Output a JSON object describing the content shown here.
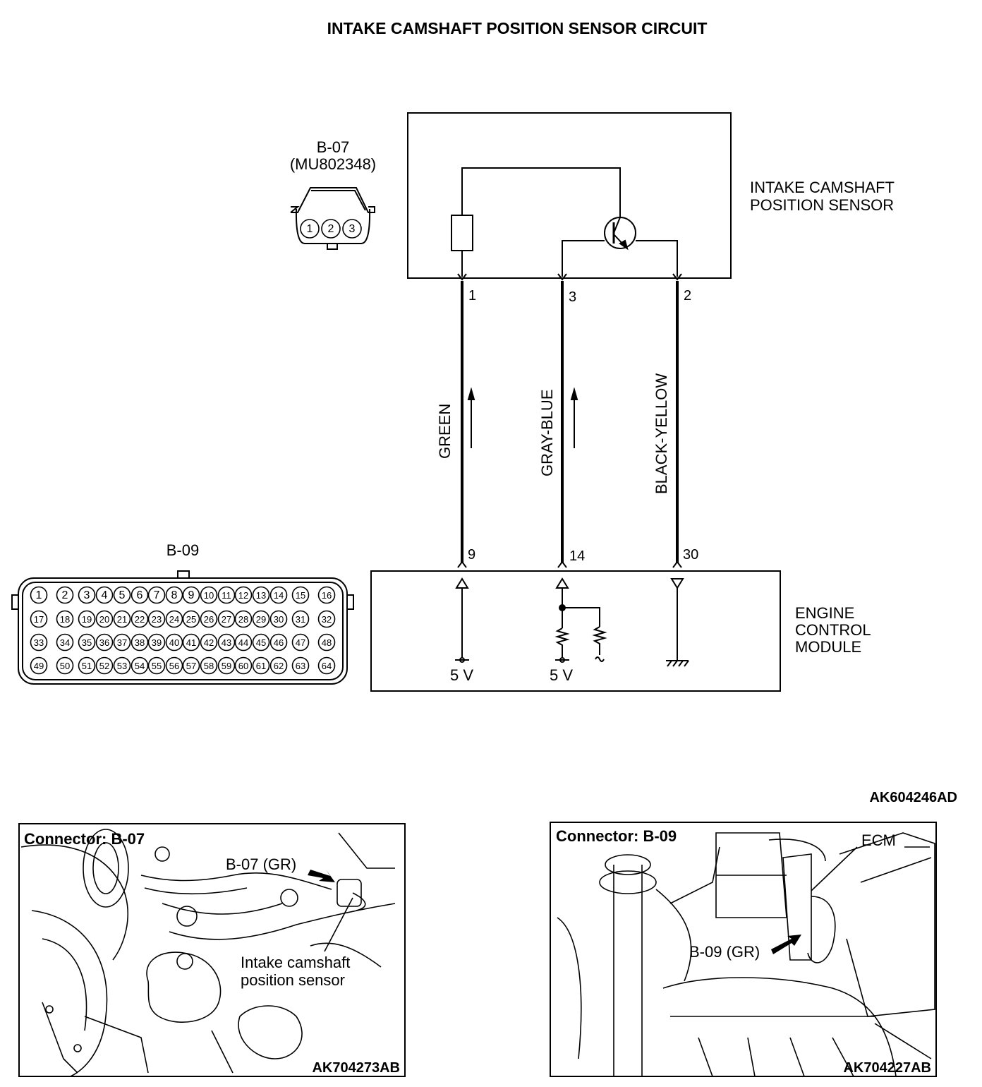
{
  "title": "INTAKE CAMSHAFT POSITION SENSOR CIRCUIT",
  "figure_id": "AK604246AD",
  "sensor": {
    "name_line1": "INTAKE CAMSHAFT",
    "name_line2": "POSITION SENSOR",
    "connector_id": "B-07",
    "connector_part": "(MU802348)",
    "pins": [
      "1",
      "2",
      "3"
    ]
  },
  "wires": [
    {
      "sensor_pin": "1",
      "color": "GREEN",
      "ecm_pin": "9"
    },
    {
      "sensor_pin": "3",
      "color": "GRAY-BLUE",
      "ecm_pin": "14"
    },
    {
      "sensor_pin": "2",
      "color": "BLACK-YELLOW",
      "ecm_pin": "30"
    }
  ],
  "ecm": {
    "name_line1": "ENGINE",
    "name_line2": "CONTROL",
    "name_line3": "MODULE",
    "supply_1": "5 V",
    "supply_2": "5 V",
    "connector_id": "B-09",
    "connector_pins": [
      [
        "1",
        "2",
        "3",
        "4",
        "5",
        "6",
        "7",
        "8",
        "9",
        "10",
        "11",
        "12",
        "13",
        "14",
        "15",
        "16"
      ],
      [
        "17",
        "18",
        "19",
        "20",
        "21",
        "22",
        "23",
        "24",
        "25",
        "26",
        "27",
        "28",
        "29",
        "30",
        "31",
        "32"
      ],
      [
        "33",
        "34",
        "35",
        "36",
        "37",
        "38",
        "39",
        "40",
        "41",
        "42",
        "43",
        "44",
        "45",
        "46",
        "47",
        "48"
      ],
      [
        "49",
        "50",
        "51",
        "52",
        "53",
        "54",
        "55",
        "56",
        "57",
        "58",
        "59",
        "60",
        "61",
        "62",
        "63",
        "64"
      ]
    ]
  },
  "photo_left": {
    "heading": "Connector: B-07",
    "callout": "B-07 (GR)",
    "note_line1": "Intake camshaft",
    "note_line2": "position sensor",
    "figure_id": "AK704273AB"
  },
  "photo_right": {
    "heading": "Connector: B-09",
    "callout": "B-09 (GR)",
    "ecm_label": "ECM",
    "figure_id": "AK704227AB"
  }
}
